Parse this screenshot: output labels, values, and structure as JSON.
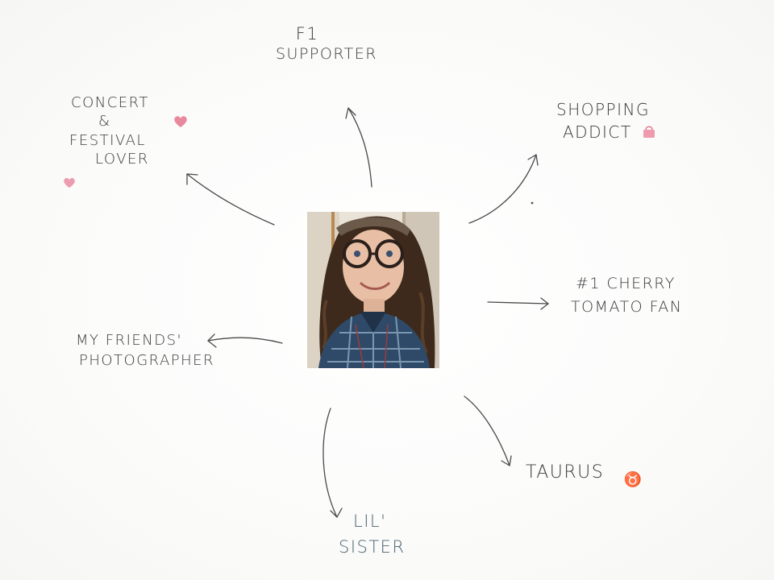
{
  "labels": {
    "f1": [
      "F1",
      "SUPPORTER"
    ],
    "concert": [
      "CONCERT",
      "&",
      "FESTIVAL",
      "LOVER"
    ],
    "shopping": [
      "SHOPPING",
      "ADDICT"
    ],
    "cherry": [
      "#1 CHERRY",
      "TOMATO FAN"
    ],
    "friends": [
      "MY FRIENDS'",
      "PHOTOGRAPHER"
    ],
    "taurus": [
      "TAURUS",
      "♉"
    ],
    "sister": [
      "LIL'",
      "SISTER"
    ]
  },
  "colors": {
    "ink": "#3a3a3a",
    "accent_pink": "#e8899d",
    "sister_blue": "#5f7f8a"
  },
  "icons": {
    "heart": "heart-icon",
    "bag": "shopping-bag-icon",
    "taurus": "taurus-sign-icon"
  }
}
